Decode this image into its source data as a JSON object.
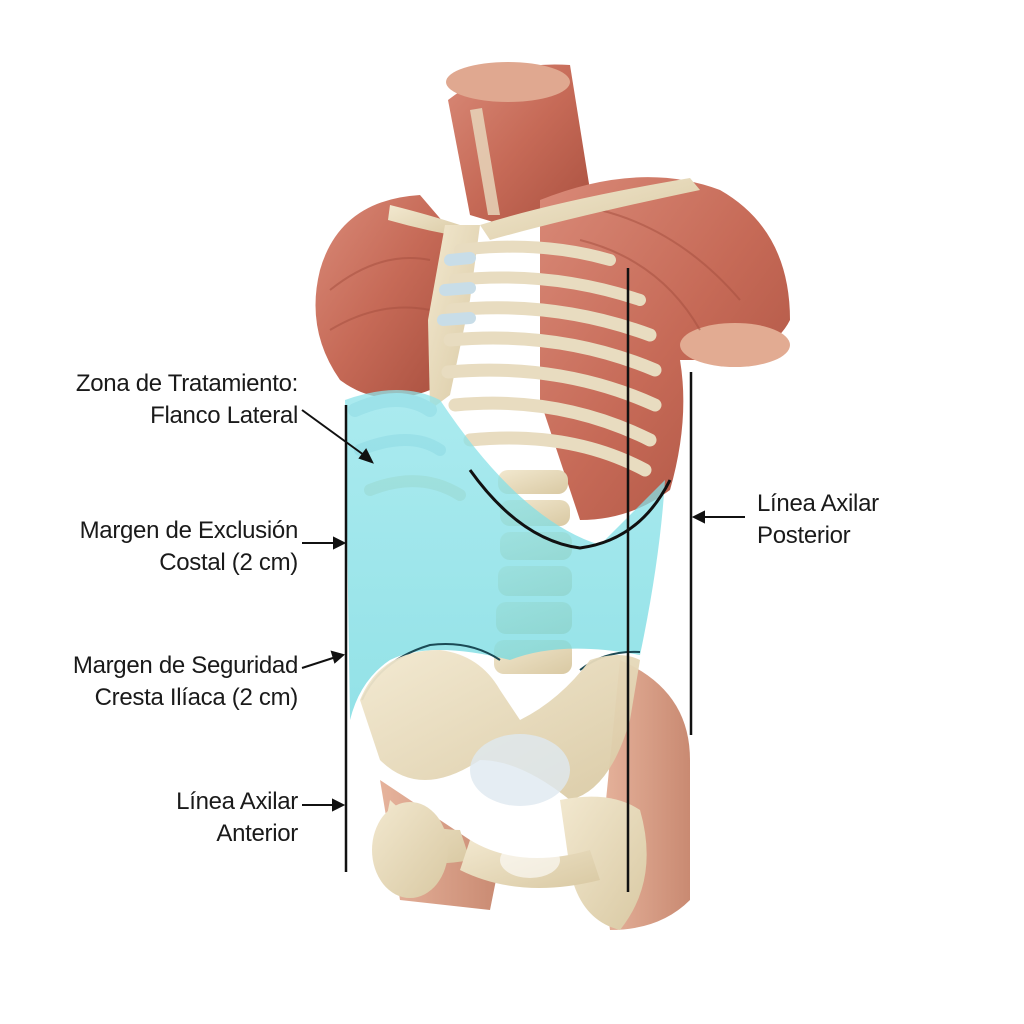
{
  "labels": {
    "treatment_zone": {
      "line1": "Zona de Tratamiento:",
      "line2": "Flanco Lateral"
    },
    "costal_margin": {
      "line1": "Margen de Exclusión",
      "line2": "Costal (2 cm)"
    },
    "iliac_margin": {
      "line1": "Margen de Seguridad",
      "line2": "Cresta Ilíaca (2 cm)"
    },
    "anterior_axillary": {
      "line1": "Línea Axilar",
      "line2": "Anterior"
    },
    "posterior_axillary": {
      "line1": "Línea Axilar",
      "line2": "Posterior"
    }
  },
  "colors": {
    "muscle": "#c9705f",
    "muscle_dark": "#a8503f",
    "bone": "#e8dcc0",
    "cartilage": "#c8dde8",
    "treatment_zone": "#7fe0e6",
    "line": "#111111",
    "skin": "#d9a088"
  }
}
